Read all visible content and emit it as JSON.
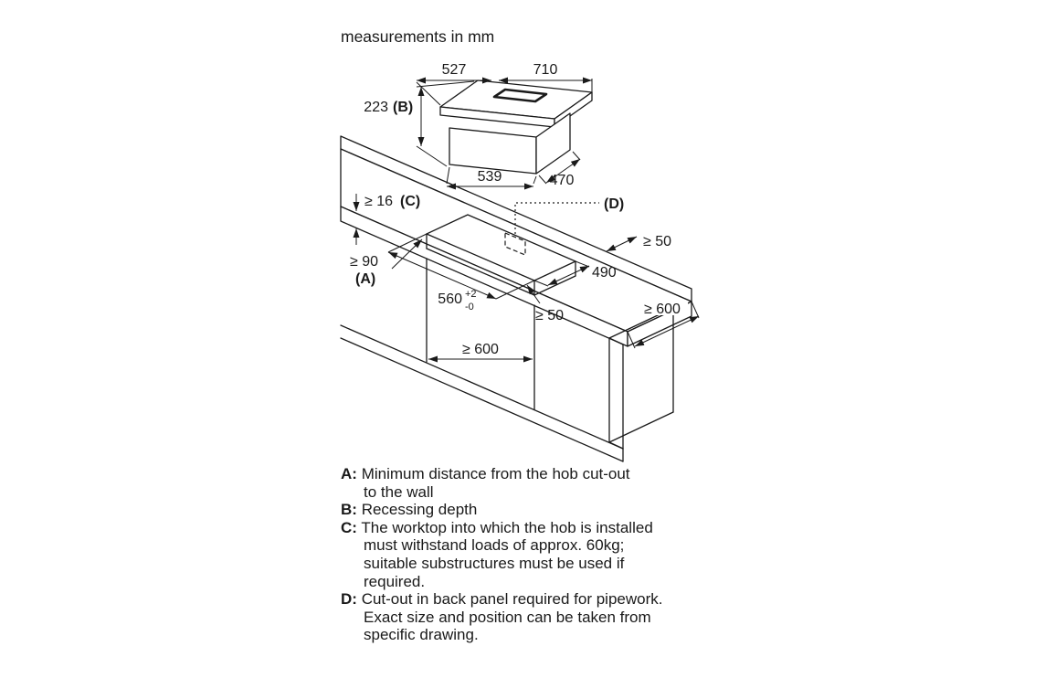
{
  "title": "measurements in mm",
  "diagram": {
    "dimensions": {
      "hob_depth": "527",
      "hob_width": "710",
      "recess_depth": "223",
      "recess_key": "(B)",
      "box_width": "539",
      "box_depth": "470",
      "worktop_thickness": "≥ 16",
      "worktop_thickness_key": "(C)",
      "wall_distance": "≥ 90",
      "wall_distance_key": "(A)",
      "pipework_key": "(D)",
      "cutout_depth": "490",
      "side_clearance": "≥ 50",
      "front_clearance": "≥ 50",
      "cutout_width": "560",
      "cutout_width_tol_plus": "+2",
      "cutout_width_tol_minus": "-0",
      "worktop_depth": "≥ 600",
      "cabinet_width": "≥ 600"
    }
  },
  "legend": [
    {
      "key": "A:",
      "lines": [
        "Minimum distance from the hob cut-out",
        "to the wall"
      ]
    },
    {
      "key": "B:",
      "lines": [
        "Recessing depth"
      ]
    },
    {
      "key": "C:",
      "lines": [
        "The worktop into which the hob is installed",
        "must withstand loads of approx. 60kg;",
        "suitable substructures must be used if",
        "required."
      ]
    },
    {
      "key": "D:",
      "lines": [
        "Cut-out in back panel required for pipework.",
        "Exact size and position can be taken from",
        "specific drawing."
      ]
    }
  ]
}
